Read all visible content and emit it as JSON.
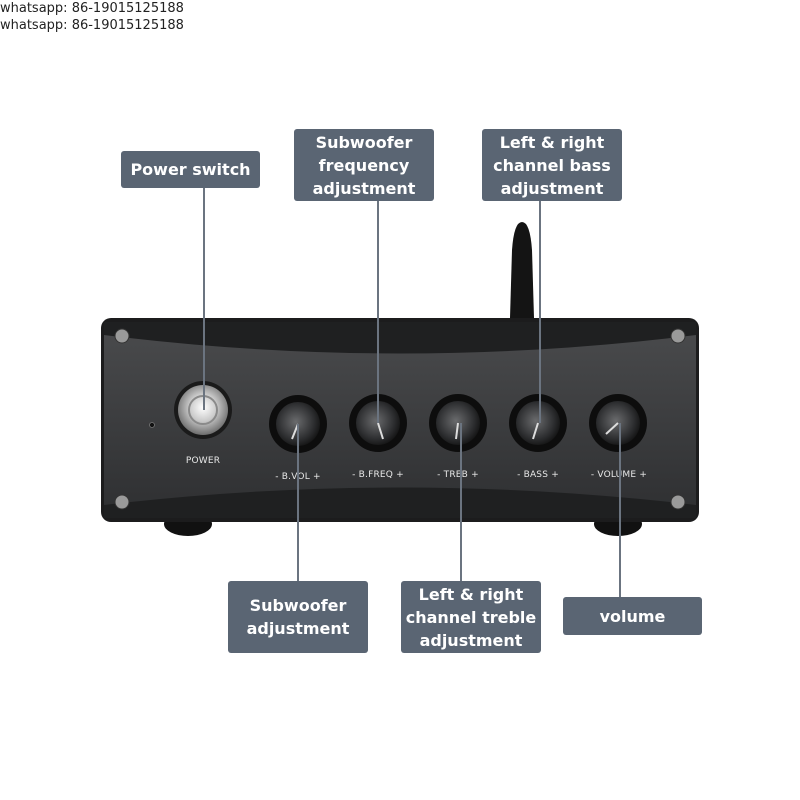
{
  "contact": {
    "line1": "whatsapp: 86-19015125188",
    "line2": "whatsapp: 86-19015125188"
  },
  "callouts": {
    "power_switch": "Power switch",
    "sub_freq": "Subwoofer\nfrequency\nadjustment",
    "bass": "Left & right\nchannel bass\nadjustment",
    "sub_adj": "Subwoofer\nadjustment",
    "treble": "Left & right\nchannel treble\nadjustment",
    "volume": "volume"
  },
  "panel": {
    "power_label": "POWER",
    "knob_labels": [
      "- B.VOL +",
      "- B.FREQ +",
      "- TREB +",
      "- BASS +",
      "- VOLUME +"
    ]
  },
  "colors": {
    "callout_bg": "#5a6573",
    "panel": "#3a3b3d",
    "background": "#ffffff"
  }
}
